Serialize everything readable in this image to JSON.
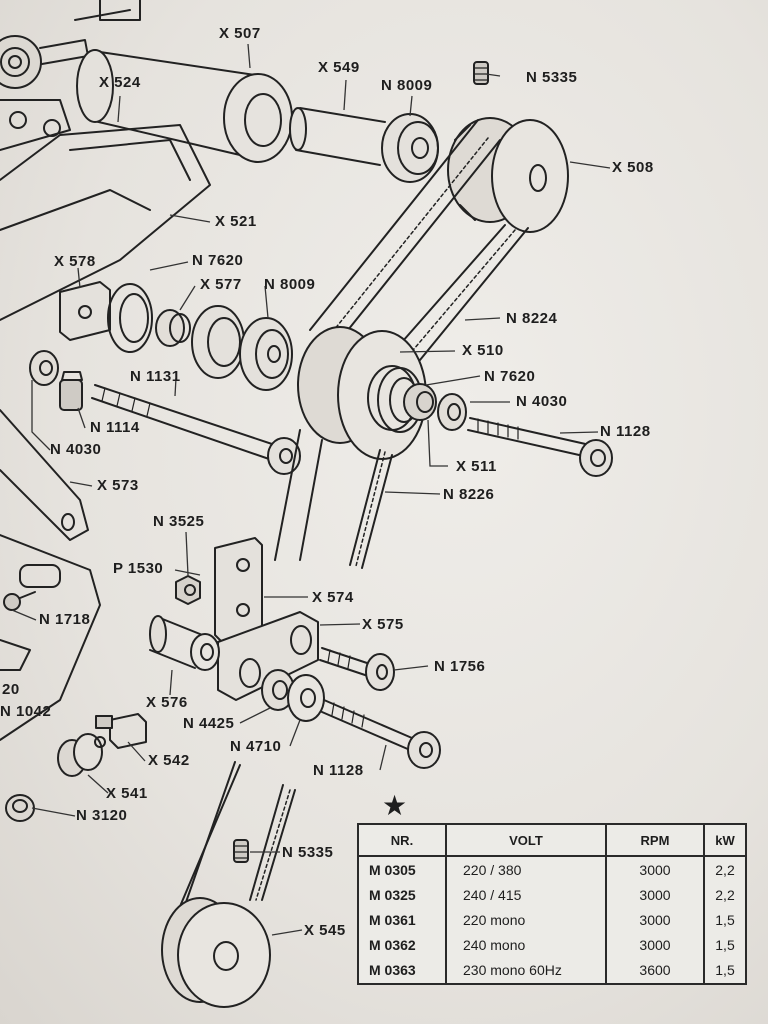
{
  "diagram": {
    "part_labels": {
      "x507": "X 507",
      "x524": "X 524",
      "x549": "X 549",
      "n8009_top": "N 8009",
      "n5335_top": "N 5335",
      "x508": "X 508",
      "x521": "X 521",
      "x578": "X 578",
      "n7620_left": "N 7620",
      "x577": "X 577",
      "n8009_mid": "N 8009",
      "n8224": "N 8224",
      "x510": "X 510",
      "n7620_right": "N 7620",
      "n1131": "N 1131",
      "n4030_right": "N 4030",
      "n1128_top": "N 1128",
      "n1114": "N 1114",
      "n4030_left": "N 4030",
      "x511": "X 511",
      "x573": "X 573",
      "n8226": "N 8226",
      "n3525": "N 3525",
      "p1530": "P 1530",
      "x574": "X 574",
      "n1718": "N 1718",
      "x575": "X 575",
      "n1756": "N 1756",
      "l20": "20",
      "x576": "X 576",
      "n4425": "N 4425",
      "n1042": "N 1042",
      "n4710": "N 4710",
      "x542": "X 542",
      "n1128_bottom": "N 1128",
      "x541": "X 541",
      "n3120": "N 3120",
      "n5335_bottom": "N 5335",
      "x545": "X 545"
    }
  },
  "legend": {
    "star": "★"
  },
  "spec_table": {
    "headers": {
      "nr": "NR.",
      "volt": "VOLT",
      "rpm": "RPM",
      "kw": "kW"
    },
    "rows": [
      {
        "nr": "M 0305",
        "volt": "220 / 380",
        "rpm": "3000",
        "kw": "2,2"
      },
      {
        "nr": "M 0325",
        "volt": "240 / 415",
        "rpm": "3000",
        "kw": "2,2"
      },
      {
        "nr": "M 0361",
        "volt": "220 mono",
        "rpm": "3000",
        "kw": "1,5"
      },
      {
        "nr": "M 0362",
        "volt": "240 mono",
        "rpm": "3000",
        "kw": "1,5"
      },
      {
        "nr": "M 0363",
        "volt": "230 mono 60Hz",
        "rpm": "3600",
        "kw": "1,5"
      }
    ]
  }
}
